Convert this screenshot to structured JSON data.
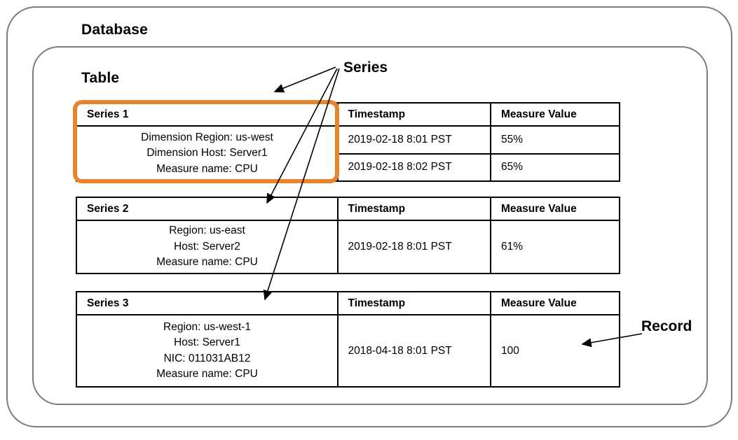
{
  "diagram": {
    "database_title": "Database",
    "table_title": "Table",
    "annotations": {
      "series_label": "Series",
      "record_label": "Record"
    },
    "accent_color": "#E8842C",
    "border_color": "#7d7d7d",
    "table_border_color": "#000000"
  },
  "columns": {
    "series_header_1": "Series 1",
    "series_header_2": "Series 2",
    "series_header_3": "Series 3",
    "timestamp_header": "Timestamp",
    "measure_value_header": "Measure Value"
  },
  "series": [
    {
      "name": "Series 1",
      "highlighted": true,
      "attributes": [
        "Dimension Region: us-west",
        "Dimension Host: Server1",
        "Measure name: CPU"
      ],
      "records": [
        {
          "timestamp": "2019-02-18 8:01 PST",
          "measure_value": "55%"
        },
        {
          "timestamp": "2019-02-18 8:02 PST",
          "measure_value": "65%"
        }
      ]
    },
    {
      "name": "Series 2",
      "highlighted": false,
      "attributes": [
        "Region: us-east",
        "Host: Server2",
        "Measure name: CPU"
      ],
      "records": [
        {
          "timestamp": "2019-02-18 8:01 PST",
          "measure_value": "61%"
        }
      ]
    },
    {
      "name": "Series 3",
      "highlighted": false,
      "attributes": [
        "Region: us-west-1",
        "Host: Server1",
        "NIC: 011031AB12",
        "Measure name: CPU"
      ],
      "records": [
        {
          "timestamp": "2018-04-18 8:01 PST",
          "measure_value": "100"
        }
      ]
    }
  ]
}
